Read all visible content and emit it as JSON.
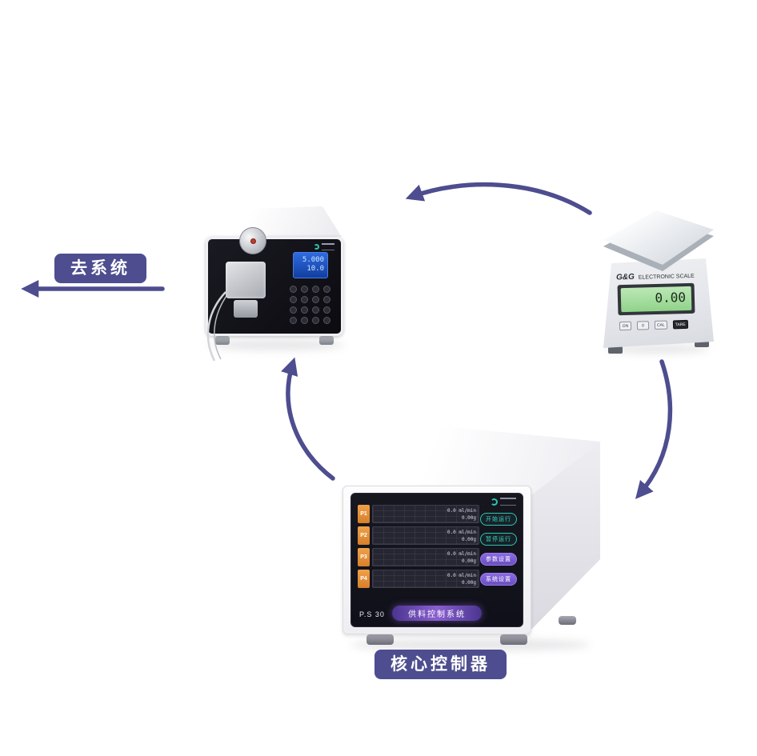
{
  "labels": {
    "to_system": "去系统",
    "core_controller": "核心控制器"
  },
  "pump": {
    "lcd": {
      "line1": "5.000",
      "line2": "10.0"
    }
  },
  "scale": {
    "brand": "G&G",
    "title": "ELECTRONIC SCALE",
    "display": "0.00",
    "buttons": [
      "ON",
      "0",
      "CAL",
      "TARE"
    ]
  },
  "controller": {
    "model": "P.S 30",
    "banner": "供料控制系统",
    "channels": [
      {
        "tag": "P1",
        "flow": "0.0 ml/min",
        "weight": "0.00g"
      },
      {
        "tag": "P2",
        "flow": "0.0 ml/min",
        "weight": "0.00g"
      },
      {
        "tag": "P3",
        "flow": "0.0 ml/min",
        "weight": "0.00g"
      },
      {
        "tag": "P4",
        "flow": "0.0 ml/min",
        "weight": "0.00g"
      }
    ],
    "buttons": [
      {
        "label": "开始运行"
      },
      {
        "label": "暂停运行"
      },
      {
        "label": "参数设置"
      },
      {
        "label": "系统设置"
      }
    ]
  },
  "colors": {
    "accent": "#4d4d8f",
    "teal": "#2fc4b2",
    "purple": "#7a5fd0",
    "channel_tag": "#e8913a",
    "lcd_green": "#9fd896",
    "pump_lcd_blue": "#1d4fba"
  }
}
